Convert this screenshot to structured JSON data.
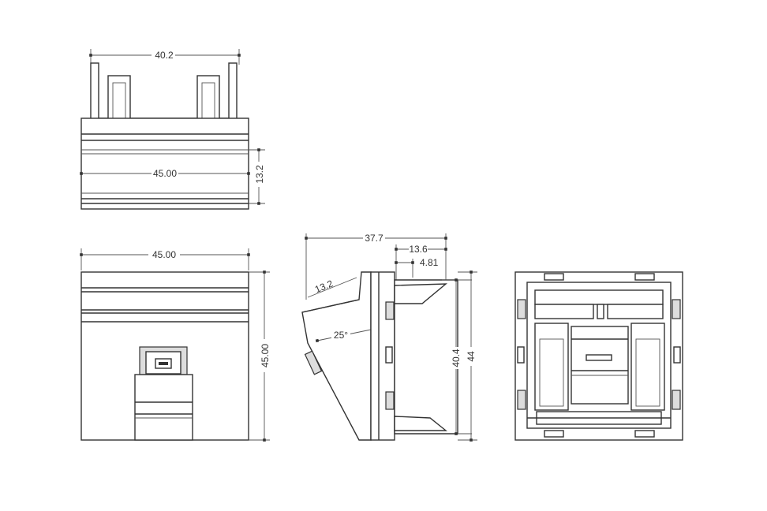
{
  "drawing": {
    "top_view": {
      "width_top": "40.2",
      "width_inner": "45.00",
      "height": "13.2"
    },
    "front_view": {
      "width": "45.00",
      "height": "45.00"
    },
    "side_view": {
      "depth": "37.7",
      "depth_back": "13.6",
      "offset": "4.81",
      "plate_depth": "13.2",
      "angle": "25°",
      "inner_height": "40.4",
      "outer_height": "44"
    },
    "rear_view": {}
  }
}
